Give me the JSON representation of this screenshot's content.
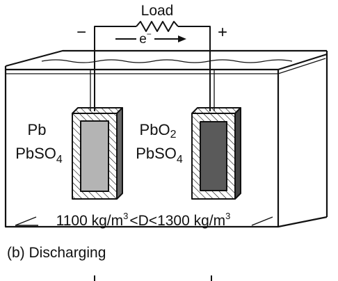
{
  "circuit": {
    "load_label": "Load",
    "negative_sign": "−",
    "positive_sign": "+",
    "electron_label": "e",
    "electron_superscript": "−"
  },
  "electrodes": {
    "negative": {
      "line1": "Pb",
      "line2_base": "PbSO",
      "line2_sub": "4"
    },
    "positive": {
      "line1_base": "PbO",
      "line1_sub": "2",
      "line2_base": "PbSO",
      "line2_sub": "4"
    }
  },
  "density": {
    "lower": "1100 kg/m",
    "lower_exp": "3",
    "lt1": "<",
    "variable": "D",
    "lt2": "<",
    "upper": "1300 kg/m",
    "upper_exp": "3"
  },
  "caption": "(b) Discharging",
  "colors": {
    "ink": "#111111",
    "negative_plate_fill": "#b4b4b4",
    "positive_plate_fill": "#5a5a5a",
    "casing": "#ffffff"
  }
}
